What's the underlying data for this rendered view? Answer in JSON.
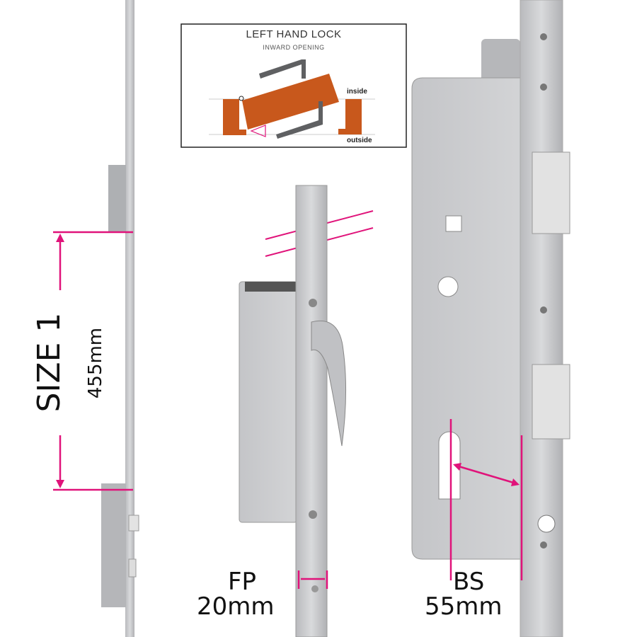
{
  "inset": {
    "title": "LEFT HAND LOCK",
    "subtitle": "INWARD OPENING",
    "inside_label": "inside",
    "outside_label": "outside"
  },
  "size": {
    "label": "SIZE 1",
    "value": "455mm"
  },
  "faceplate": {
    "label": "FP",
    "value": "20mm"
  },
  "backset": {
    "label": "BS",
    "value": "55mm"
  },
  "colors": {
    "accent": "#e0137a",
    "door": "#c8581c",
    "steel": "#c9cacc",
    "handle": "#5f6062"
  }
}
